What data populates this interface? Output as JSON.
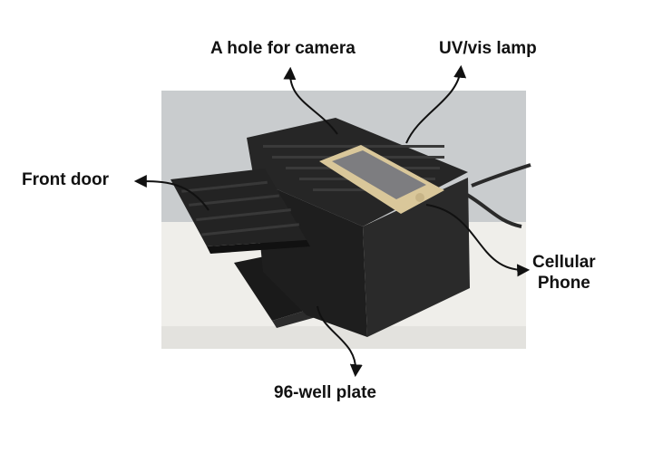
{
  "labels": {
    "camera": "A hole for camera",
    "lamp": "UV/vis lamp",
    "front_door": "Front door",
    "phone_line1": "Cellular",
    "phone_line2": "Phone",
    "plate": "96-well plate"
  },
  "colors": {
    "background": "#ffffff",
    "wall": "#c9ccce",
    "table": "#efeeea",
    "lego": "#1f1f1f",
    "phone_gold": "#d9c79a",
    "screen": "#7d7d80",
    "arrow": "#111111"
  }
}
